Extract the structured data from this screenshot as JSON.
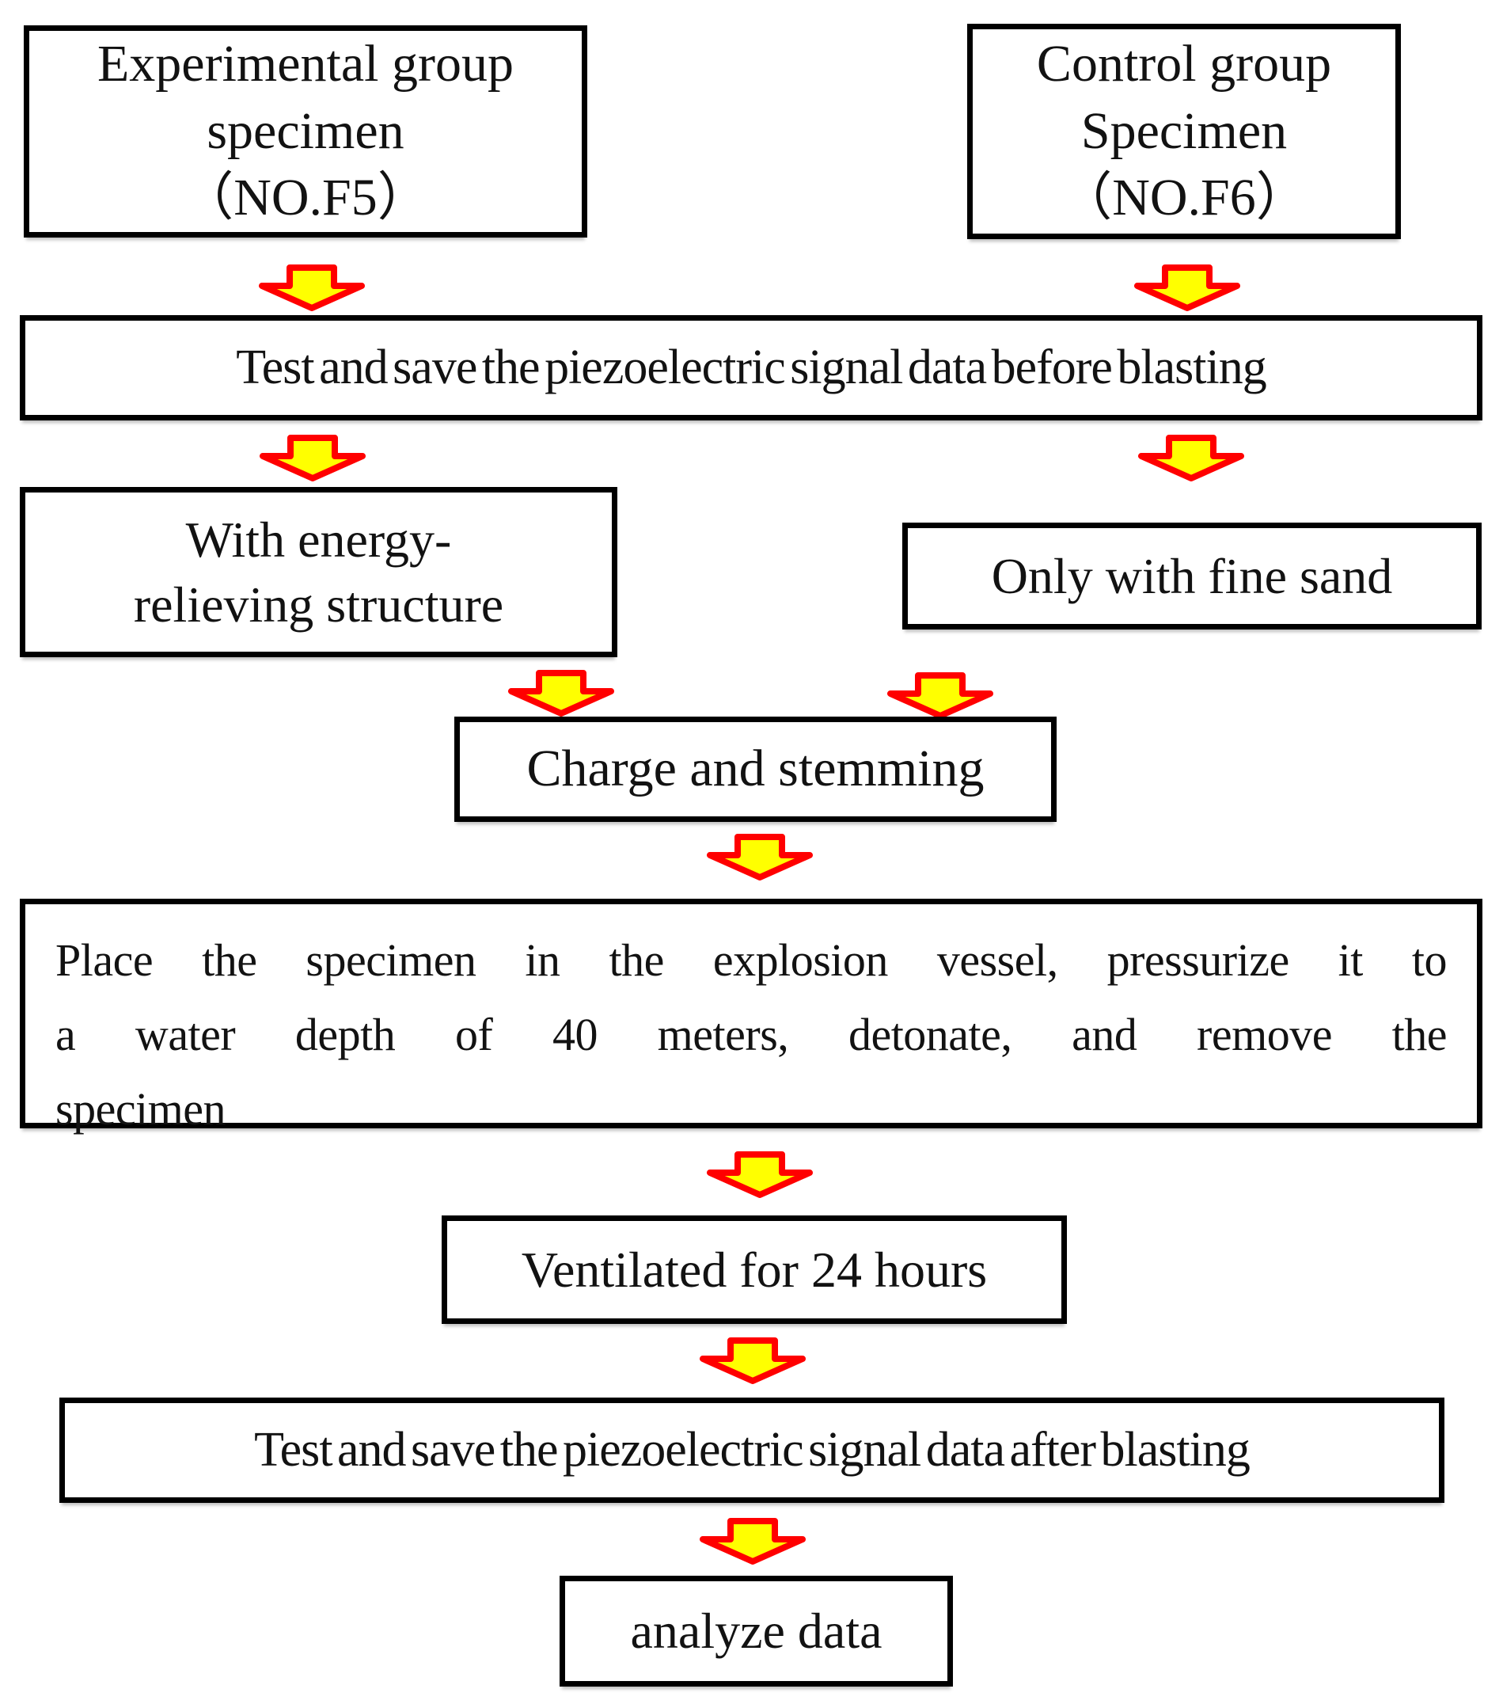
{
  "diagram": {
    "type": "flowchart",
    "colors": {
      "arrow_fill": "#ffff00",
      "arrow_border": "#ff0000",
      "box_border": "#000000",
      "box_fill": "#ffffff",
      "text": "#121212",
      "background": "#ffffff"
    },
    "nodes": {
      "experimental": {
        "line1": "Experimental group",
        "line2": "specimen",
        "line3": "（NO.F5）"
      },
      "control": {
        "line1": "Control group",
        "line2": "Specimen",
        "line3": "（NO.F6）"
      },
      "test_before": {
        "label": "Test and save the piezoelectric signal data before blasting"
      },
      "energy_relieving": {
        "line1": "With energy-",
        "line2": "relieving structure"
      },
      "fine_sand": {
        "label": "Only with fine sand"
      },
      "charge_stemming": {
        "label": "Charge and stemming"
      },
      "place_specimen": {
        "line1": "Place the specimen in the explosion vessel, pressurize it to",
        "line2": "a water depth of 40 meters, detonate, and remove the",
        "line3": "specimen"
      },
      "ventilated": {
        "label": "Ventilated for 24 hours"
      },
      "test_after": {
        "label": "Test and save the piezoelectric signal data after blasting"
      },
      "analyze": {
        "label": "analyze data"
      }
    },
    "edges": [
      "experimental -> test_before",
      "control -> test_before",
      "test_before -> energy_relieving",
      "test_before -> fine_sand",
      "energy_relieving -> charge_stemming",
      "fine_sand -> charge_stemming",
      "charge_stemming -> place_specimen",
      "place_specimen -> ventilated",
      "ventilated -> test_after",
      "test_after -> analyze"
    ]
  }
}
